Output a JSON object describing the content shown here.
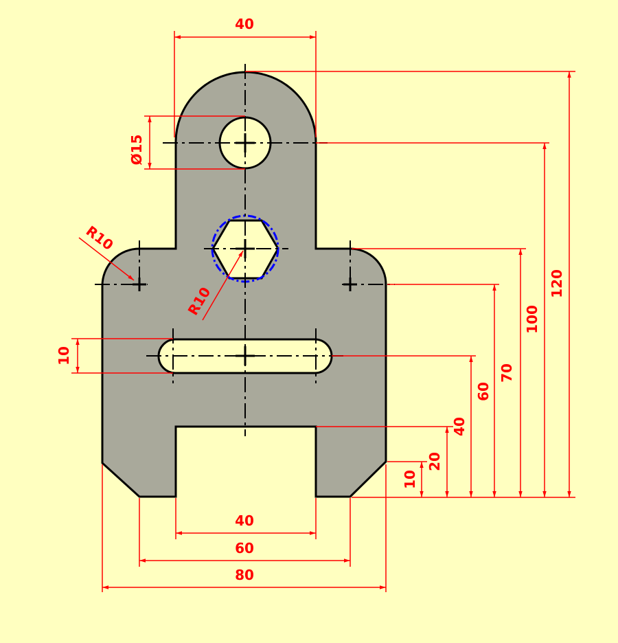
{
  "colors": {
    "background": "#ffffc0",
    "part_fill": "#a9a99b",
    "outline": "#000000",
    "dimension": "#ff0000",
    "construction_circle": "#0000ff"
  },
  "dimensions": {
    "top_width": "40",
    "hole_diameter": "Ø15",
    "corner_radius": "R10",
    "hex_radius": "R10",
    "slot_width": "10",
    "slot_bottom_width": "40",
    "foot_width": "60",
    "overall_width": "80",
    "height_10": "10",
    "height_20": "20",
    "height_40": "40",
    "height_60": "60",
    "height_70": "70",
    "height_100": "100",
    "height_120": "120"
  }
}
